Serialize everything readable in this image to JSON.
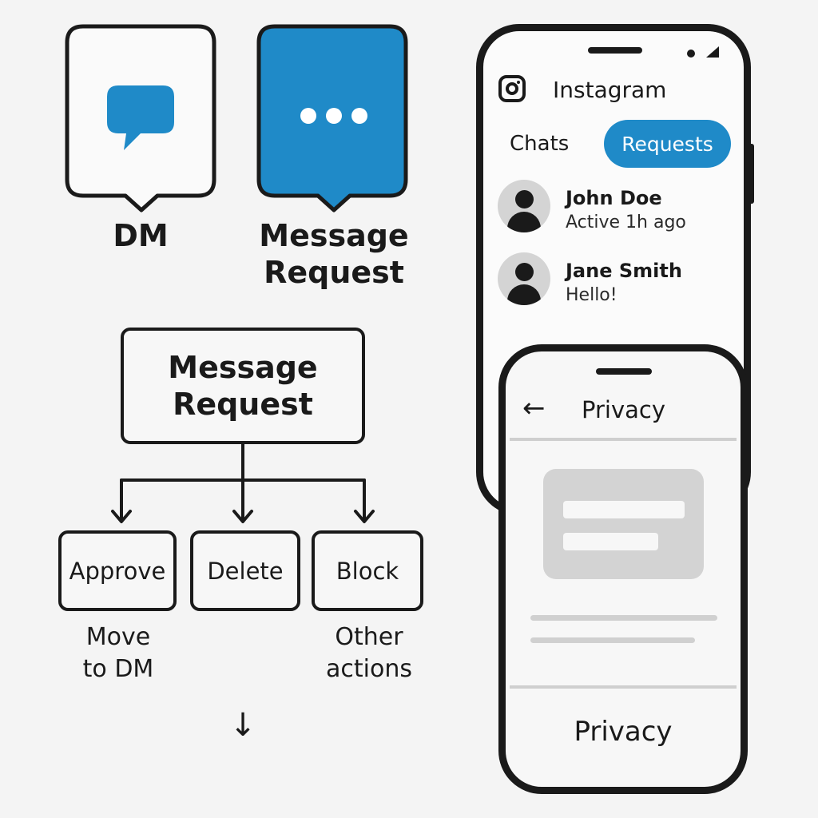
{
  "concepts": {
    "dm_label": "DM",
    "request_label_line1": "Message",
    "request_label_line2": "Request"
  },
  "flow": {
    "main_line1": "Message",
    "main_line2": "Request",
    "actions": [
      {
        "label": "Approve",
        "result_line1": "Move",
        "result_line2": "to DM"
      },
      {
        "label": "Delete",
        "result_line1": "",
        "result_line2": ""
      },
      {
        "label": "Block",
        "result_line1": "Other",
        "result_line2": "actions"
      }
    ],
    "next_arrow": "↓"
  },
  "inbox_phone": {
    "app_title": "Instagram",
    "tabs": [
      {
        "label": "Chats",
        "active": false
      },
      {
        "label": "Requests",
        "active": true
      }
    ],
    "contacts": [
      {
        "name": "John Doe",
        "subtitle": "Active 1h ago"
      },
      {
        "name": "Jane Smith",
        "subtitle": "Hello!"
      }
    ]
  },
  "privacy_phone": {
    "back_icon": "←",
    "title": "Privacy",
    "footer": "Privacy"
  },
  "colors": {
    "accent": "#1f8ac8",
    "ink": "#1a1a1a",
    "background": "#f4f4f4",
    "placeholder": "#d3d3d3"
  },
  "icons": [
    "chat-bubble-icon",
    "ellipsis-icon",
    "instagram-icon",
    "avatar-icon",
    "back-arrow-icon",
    "down-arrow-icon"
  ]
}
